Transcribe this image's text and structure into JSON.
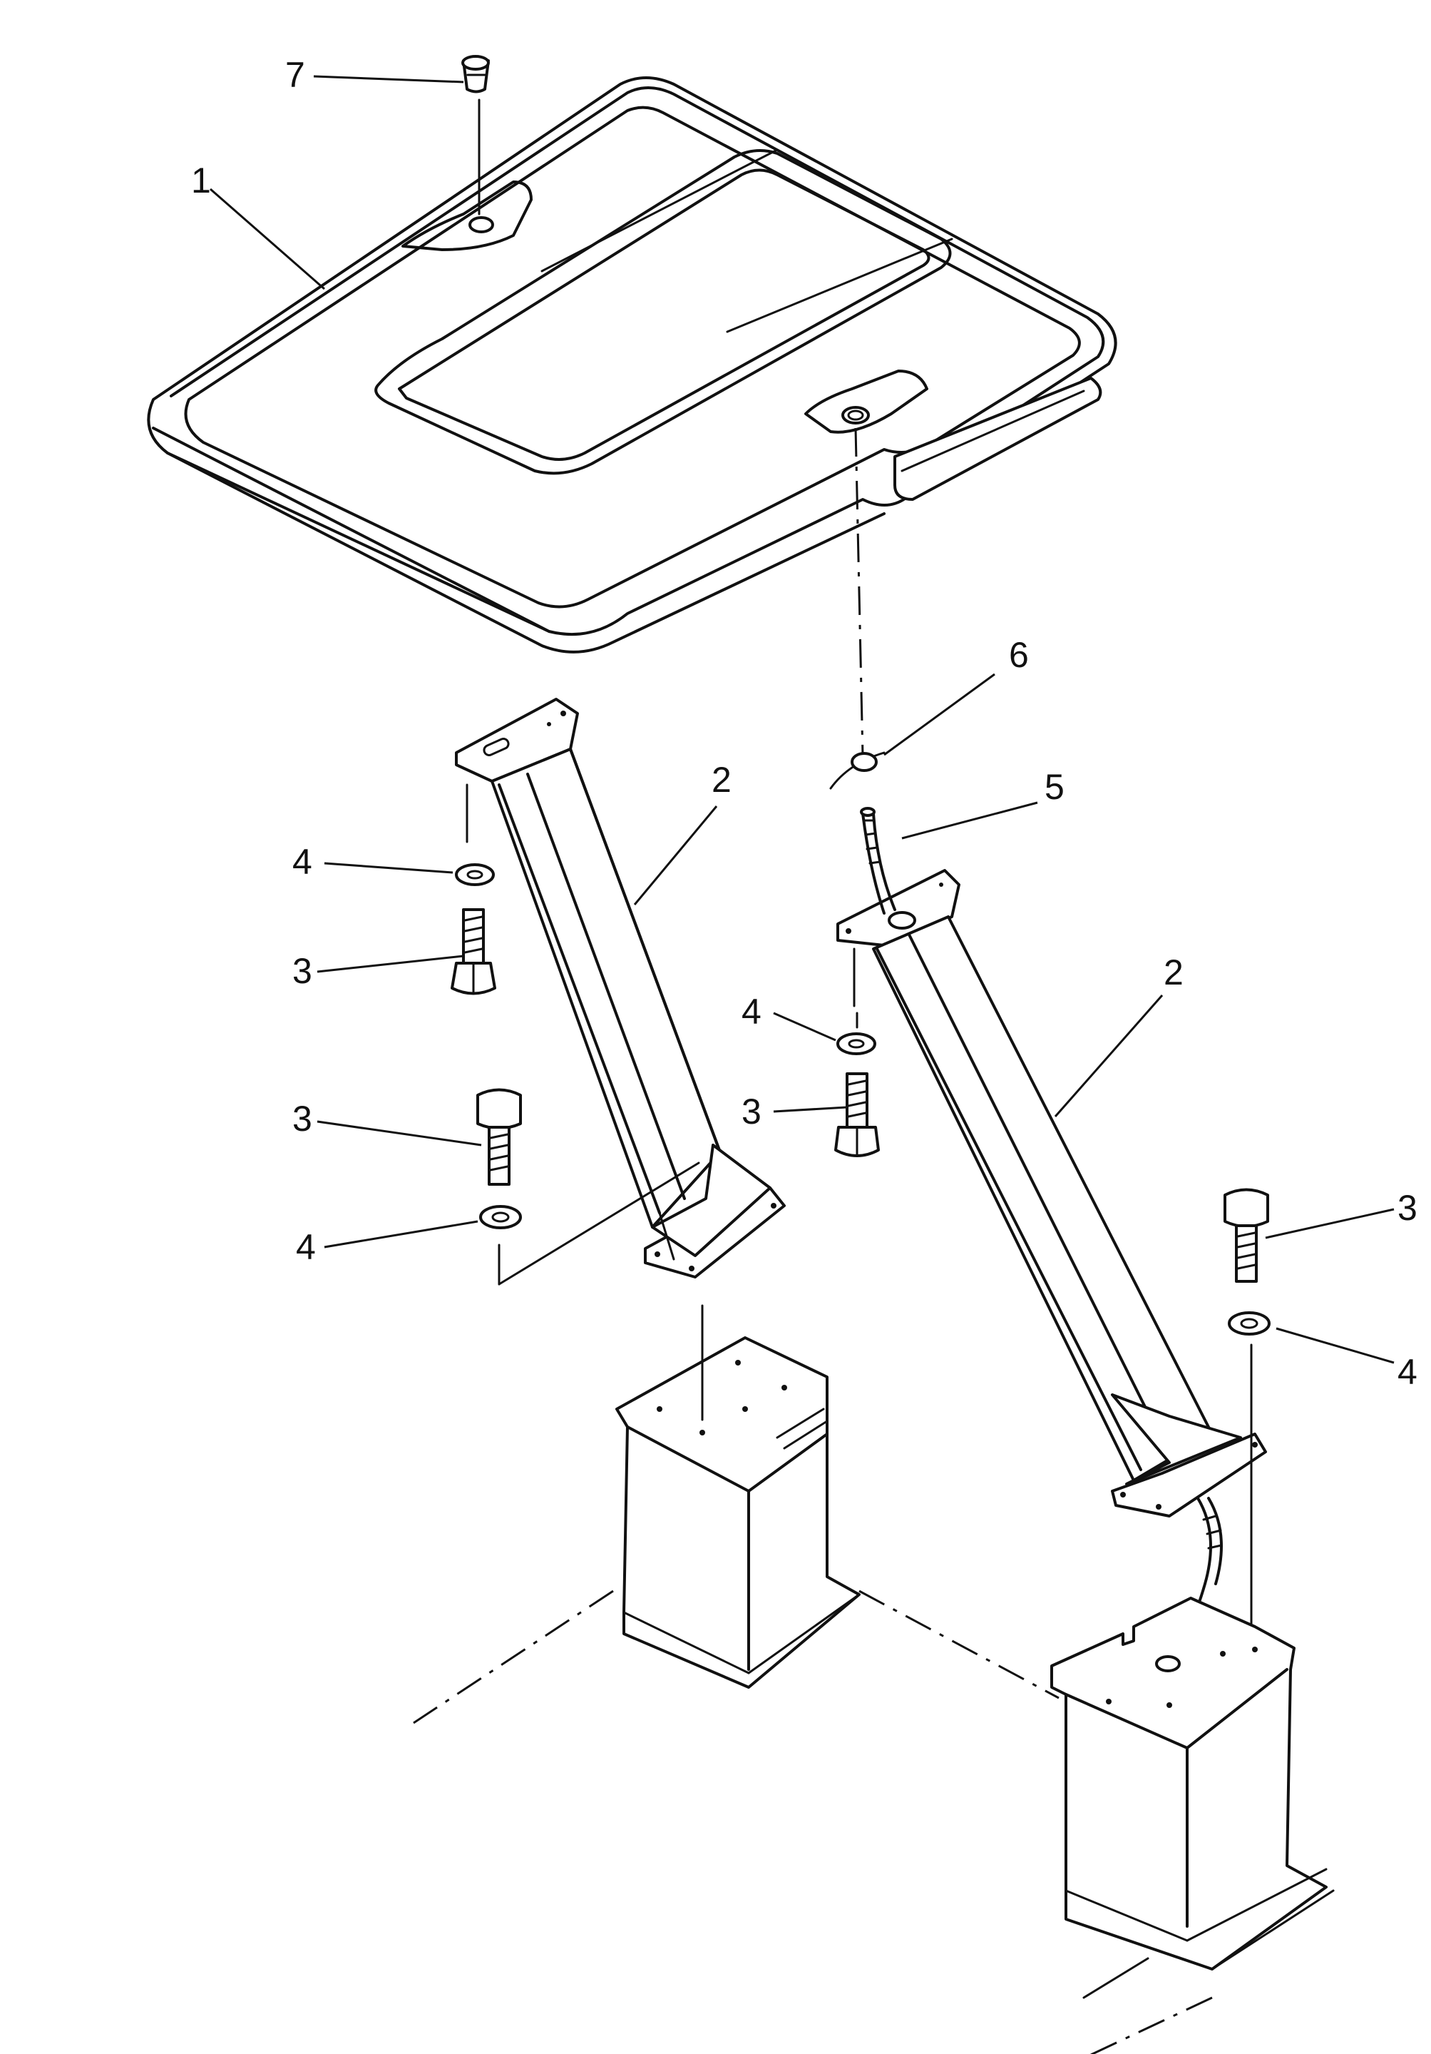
{
  "callouts": [
    "1",
    "2",
    "2",
    "3",
    "3",
    "3",
    "3",
    "4",
    "4",
    "4",
    "4",
    "5",
    "6",
    "7"
  ]
}
